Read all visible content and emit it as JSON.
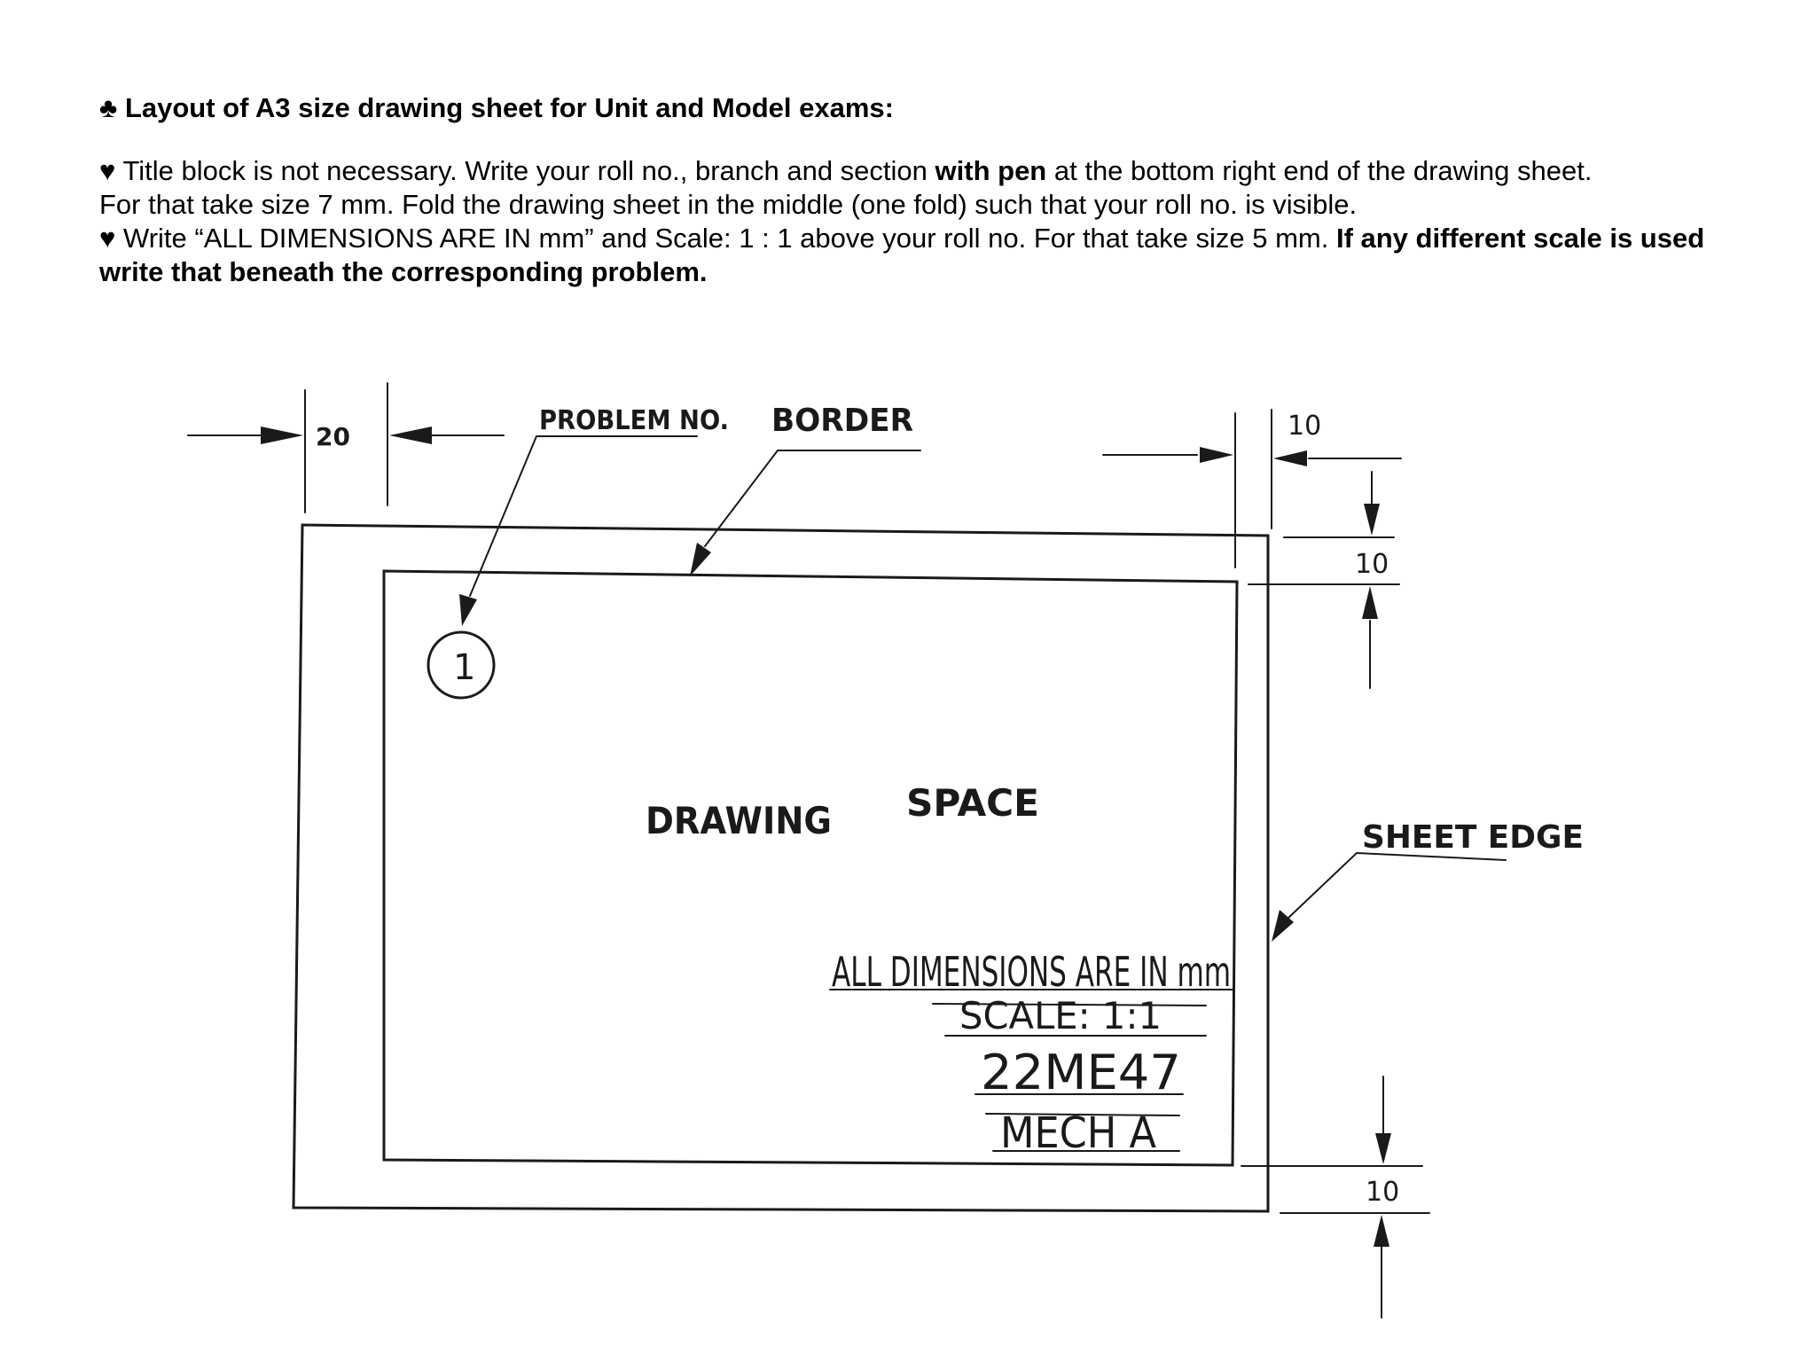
{
  "text": {
    "heading": "♣ Layout of A3 size drawing sheet for Unit and Model exams:",
    "bullet1_line1_a": "♥ Title block is not necessary. Write your roll no., branch and section ",
    "bullet1_line1_bold": "with pen",
    "bullet1_line1_b": " at the bottom right end of the drawing sheet.",
    "bullet1_line2": "For that take size 7 mm. Fold the drawing sheet in the middle (one fold) such that your roll no. is visible.",
    "bullet2_a": "♥ Write “ALL DIMENSIONS ARE IN mm” and Scale: 1 : 1 above your roll no. For that take size 5 mm. ",
    "bullet2_bold": "If any different scale is used write that beneath the corresponding problem."
  },
  "drawing": {
    "dim_left": "20",
    "dim_top_right": "10",
    "dim_right_top": "10",
    "dim_right_bottom": "10",
    "label_problem_no": "PROBLEM NO.",
    "label_border": "BORDER",
    "problem_number": "1",
    "label_drawing_space_1": "DRAWING",
    "label_drawing_space_2": "SPACE",
    "label_sheet_edge": "SHEET EDGE",
    "dimensions_note": "ALL DIMENSIONS ARE IN mm",
    "scale_note": "SCALE: 1:1",
    "roll_no": "22ME47",
    "branch_section": "MECH A"
  }
}
